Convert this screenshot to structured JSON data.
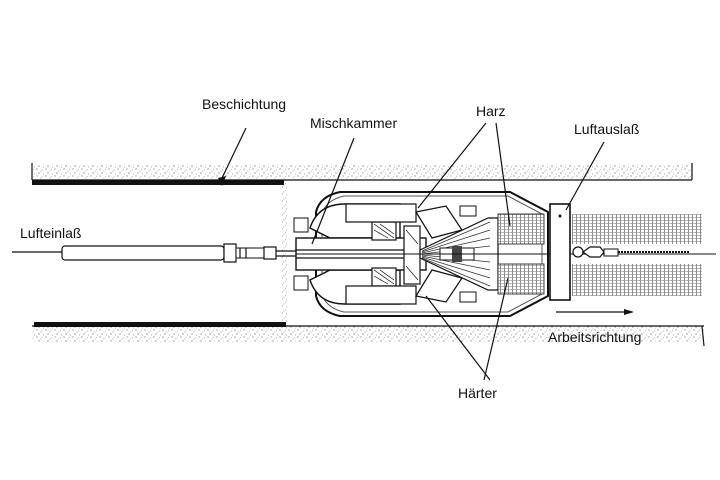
{
  "title": "Schlauchbeschichtungsgerät – Querschnitt",
  "labels": {
    "beschichtung": "Beschichtung",
    "mischkammer": "Mischkammer",
    "harz": "Harz",
    "luftauslass": "Luftauslaß",
    "lufteinlass": "Lufteinlaß",
    "arbeitsrichtung": "Arbeitsrichtung",
    "haerter": "Härter"
  },
  "colors": {
    "ink": "#111111",
    "stipple": "#8a8a8a",
    "background": "#ffffff"
  }
}
